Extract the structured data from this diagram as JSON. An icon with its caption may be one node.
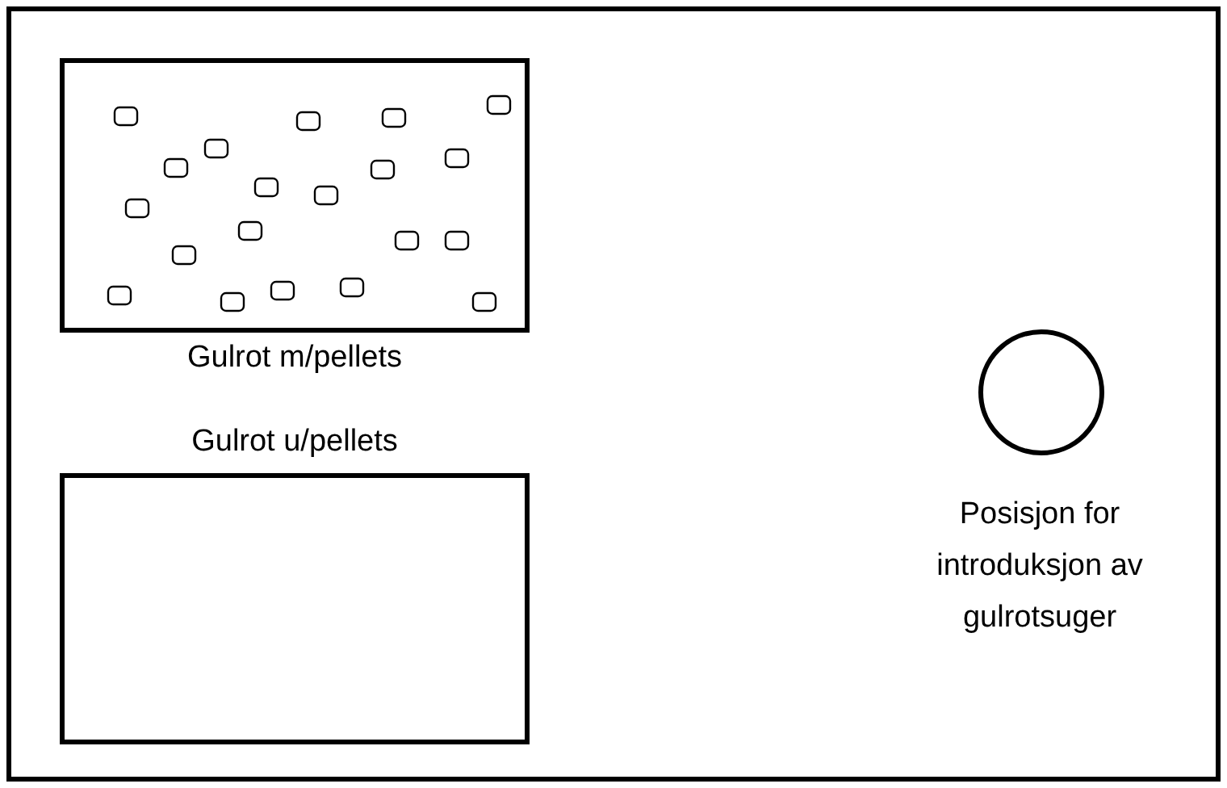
{
  "diagram": {
    "nodes": [
      {
        "text": [],
        "shape": "box"
      },
      {
        "text": [
          "Gulrot m/pellets"
        ],
        "in": 0
      },
      {
        "text": [
          "Gulrot u/pellets"
        ],
        "in": 0
      },
      {
        "text": [
          "Posisjon for introduksjon av gulrotsuger"
        ],
        "in": 0
      }
    ],
    "edges": []
  }
}
